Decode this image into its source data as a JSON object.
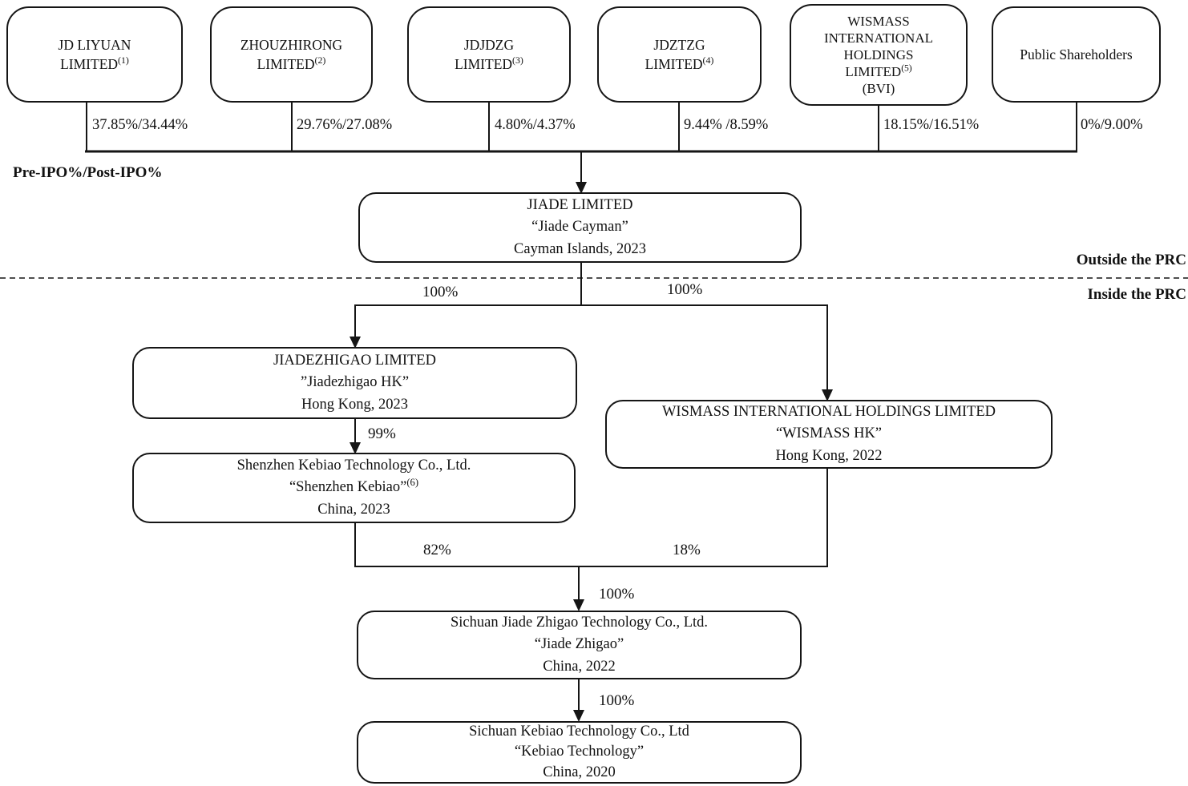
{
  "diagram": {
    "legend_label": "Pre-IPO%/Post-IPO%",
    "regions": {
      "outside": "Outside the PRC",
      "inside": "Inside the PRC"
    },
    "shareholders": [
      {
        "name": "JD LIYUAN\nLIMITED",
        "footnote": "(1)",
        "stake": "37.85%/34.44%"
      },
      {
        "name": "ZHOUZHIRONG\nLIMITED",
        "footnote": "(2)",
        "stake": "29.76%/27.08%"
      },
      {
        "name": "JDJDZG\nLIMITED",
        "footnote": "(3)",
        "stake": "4.80%/4.37%"
      },
      {
        "name": "JDZTZG\nLIMITED",
        "footnote": "(4)",
        "stake": "9.44% /8.59%"
      },
      {
        "name": "WISMASS\nINTERNATIONAL\nHOLDINGS\nLIMITED",
        "footnote": "(5)",
        "extra": "(BVI)",
        "stake": "18.15%/16.51%"
      },
      {
        "name": "Public Shareholders",
        "footnote": "",
        "stake": "0%/9.00%"
      }
    ],
    "entities": {
      "jiade_cayman": {
        "name": "JIADE LIMITED",
        "alias": "“Jiade Cayman”",
        "origin": "Cayman Islands, 2023"
      },
      "jiadezhigao_hk": {
        "name": "JIADEZHIGAO LIMITED",
        "alias": "”Jiadezhigao HK”",
        "origin": "Hong Kong, 2023"
      },
      "wismass_hk": {
        "name": "WISMASS INTERNATIONAL HOLDINGS LIMITED",
        "alias": "“WISMASS HK”",
        "origin": "Hong Kong, 2022"
      },
      "shenzhen_kebiao": {
        "name": "Shenzhen Kebiao Technology Co., Ltd.",
        "alias": "“Shenzhen Kebiao”",
        "alias_footnote": "(6)",
        "origin": "China, 2023"
      },
      "jiade_zhigao": {
        "name": "Sichuan Jiade Zhigao Technology Co., Ltd.",
        "alias": "“Jiade Zhigao”",
        "origin": "China, 2022"
      },
      "kebiao_technology": {
        "name": "Sichuan Kebiao Technology Co., Ltd",
        "alias": "“Kebiao Technology”",
        "origin": "China, 2020"
      }
    },
    "ownership": {
      "jiade_to_jiadezhigao": "100%",
      "jiade_to_wismass": "100%",
      "jiadezhigao_to_shenzhen": "99%",
      "shenzhen_to_merge": "82%",
      "wismass_to_merge": "18%",
      "merge_to_jiade_zhigao": "100%",
      "jiade_zhigao_to_kebiao": "100%"
    }
  }
}
